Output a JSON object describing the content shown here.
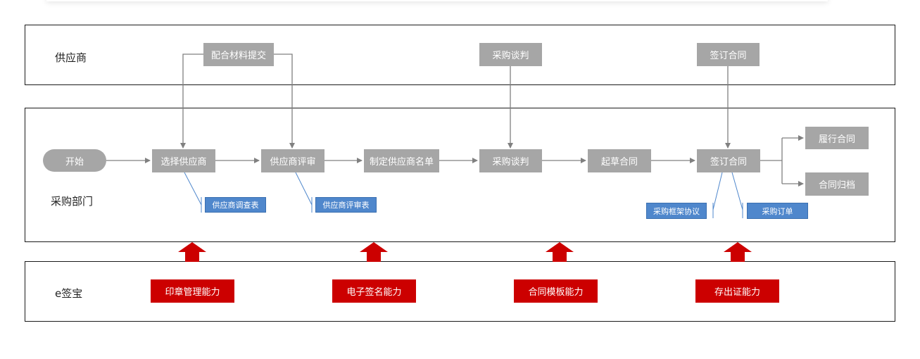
{
  "lanes": {
    "supplier": "供应商",
    "procurement": "采购部门",
    "esign": "e签宝"
  },
  "supplier_steps": {
    "materials": "配合材料提交",
    "negotiation": "采购谈判",
    "sign": "签订合同"
  },
  "process_steps": {
    "start": "开始",
    "select": "选择供应商",
    "review": "供应商评审",
    "list": "制定供应商名单",
    "negotiation": "采购谈判",
    "draft": "起草合同",
    "sign": "签订合同",
    "perform": "履行合同",
    "archive": "合同归档"
  },
  "documents": {
    "survey": "供应商调查表",
    "review_form": "供应商评审表",
    "framework": "采购框架协议",
    "order": "采购订单"
  },
  "capabilities": {
    "seal": "印章管理能力",
    "signature": "电子签名能力",
    "template": "合同模板能力",
    "evidence": "存出证能力"
  },
  "colors": {
    "step_gray": "#a6a6a6",
    "doc_blue": "#4f87cc",
    "capability_red": "#cc0000",
    "arrow_red": "#cc0000",
    "connector": "#808080"
  }
}
